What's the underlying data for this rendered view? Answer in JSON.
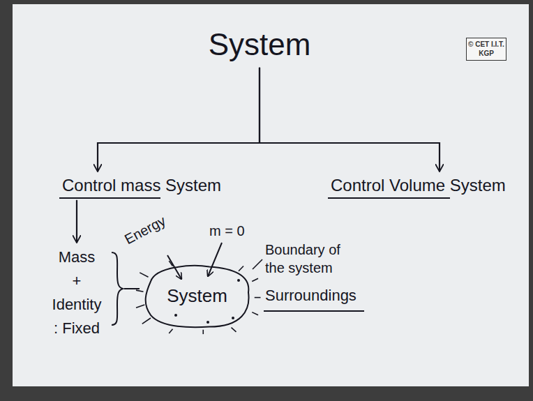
{
  "diagram": {
    "nodes": [
      {
        "text": [
          "System"
        ]
      },
      {
        "text": [
          "© CET I.I.T. KGP"
        ]
      },
      {
        "text": [
          "Control mass System"
        ]
      },
      {
        "text": [
          "Control Volume System"
        ]
      },
      {
        "text": [
          "Mass + Identity : Fixed"
        ]
      },
      {
        "text": [
          "System"
        ]
      }
    ],
    "edges": [
      {
        "from": 0,
        "to": 2,
        "arrow": "to"
      },
      {
        "from": 0,
        "to": 3,
        "arrow": "to"
      },
      {
        "from": 2,
        "to": 4,
        "arrow": "to"
      }
    ],
    "labels": [
      "Energy",
      "m = 0",
      "Boundary of the system",
      "Surroundings"
    ]
  }
}
